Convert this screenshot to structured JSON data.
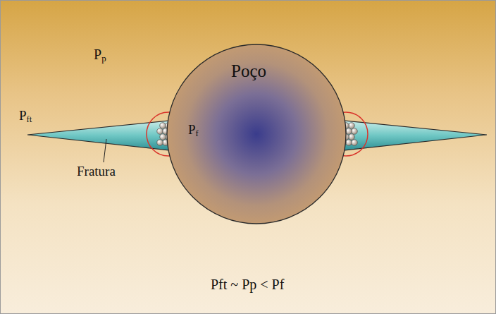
{
  "diagram": {
    "nodes": [
      {
        "text": [
          "Poço",
          "Pf"
        ]
      }
    ],
    "labels": [
      "Pp",
      "Pft",
      "Fratura",
      "Pft ~ Pp < Pf"
    ]
  }
}
